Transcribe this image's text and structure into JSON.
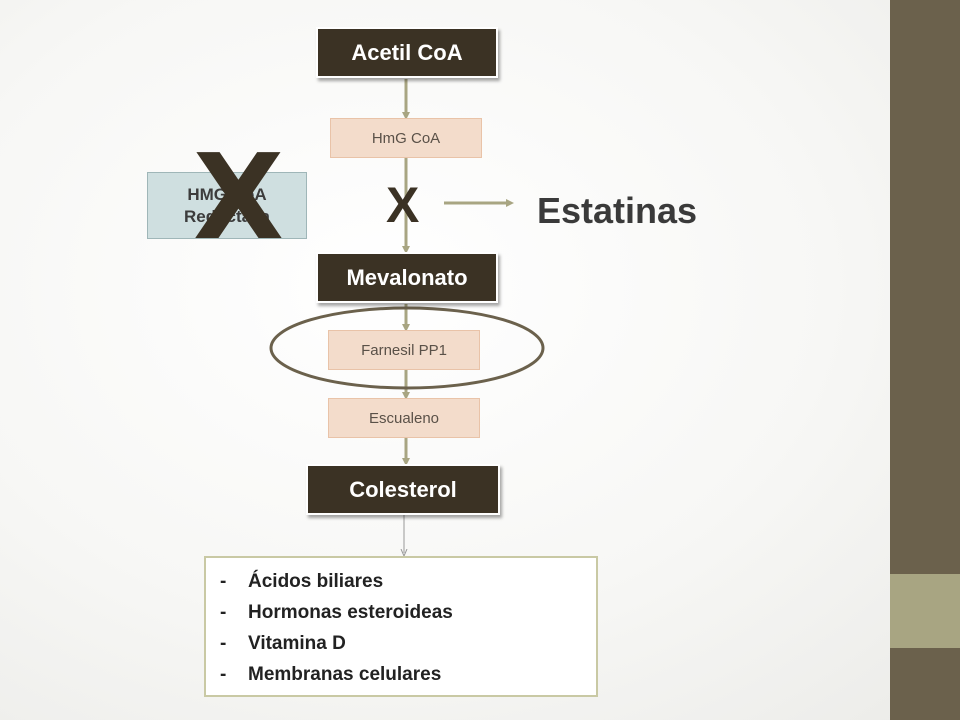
{
  "diagram": {
    "nodes": {
      "acetil_coa": "Acetil CoA",
      "hmg_coa": "HmG CoA",
      "mevalonato": "Mevalonato",
      "farnesil": "Farnesil PP1",
      "escualeno": "Escualeno",
      "colesterol": "Colesterol"
    },
    "enzyme": {
      "line1": "HMG CoA",
      "line2": "Reductasa"
    },
    "inhibition": {
      "big_x": "X",
      "small_x": "X",
      "inhibitor": "Estatinas"
    },
    "products": {
      "dash": "-",
      "items": [
        "Ácidos biliares",
        "Hormonas esteroideas",
        "Vitamina D",
        "Membranas celulares"
      ]
    }
  },
  "colors": {
    "dark_box": "#3b3224",
    "light_box": "#f3dccb",
    "enzyme_box": "#cfdfe0",
    "arrow": "#a8a582",
    "ellipse": "#6b614c",
    "side_bar_dark": "#6b614c",
    "side_bar_light": "#a8a582"
  }
}
